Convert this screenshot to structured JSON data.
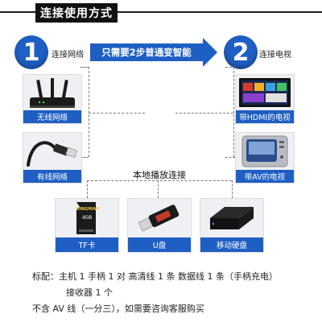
{
  "header": {
    "title": "连接使用方式"
  },
  "steps": {
    "step1": {
      "number": "1",
      "label": "连接网络"
    },
    "arrow_text": "只需要2步普通变智能",
    "step2": {
      "number": "2",
      "label": "连接电视"
    }
  },
  "left_devices": [
    {
      "label": "无线网络",
      "icon": "router-icon"
    },
    {
      "label": "有线网络",
      "icon": "ethernet-cable-icon"
    }
  ],
  "right_devices": [
    {
      "label": "带HDMI的电视",
      "icon": "hdmi-tv-icon"
    },
    {
      "label": "带AV的电视",
      "icon": "av-tv-icon"
    }
  ],
  "local_playback": {
    "caption": "本地播放连接",
    "items": [
      {
        "label": "TF卡",
        "icon": "tf-card-icon",
        "card_text": "KINGMAX",
        "card_size": "4GB"
      },
      {
        "label": "U盘",
        "icon": "usb-drive-icon"
      },
      {
        "label": "移动硬盘",
        "icon": "hard-drive-icon"
      }
    ]
  },
  "notes": {
    "line1": "标配：主机 1  手柄 1 对  高清线 1 条  数据线 1 条（手柄充电）",
    "line2": "接收器 1 个",
    "line3": "不含 AV 线（一分三），如需要咨询客服购买"
  },
  "colors": {
    "accent": "#1f5fc4",
    "title_bg": "#111111"
  }
}
